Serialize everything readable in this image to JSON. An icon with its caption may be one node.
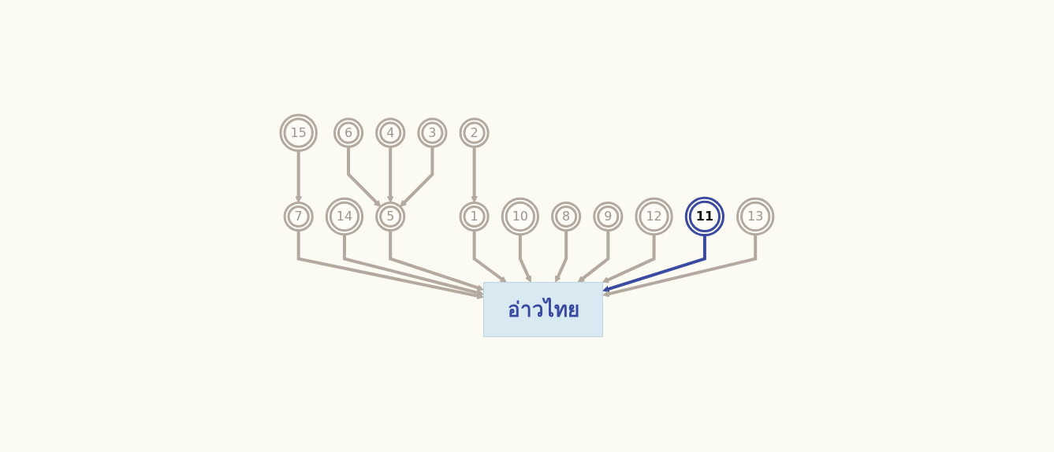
{
  "diagram": {
    "nodes": [
      {
        "text": [
          "15"
        ]
      },
      {
        "text": [
          "6"
        ]
      },
      {
        "text": [
          "4"
        ]
      },
      {
        "text": [
          "3"
        ]
      },
      {
        "text": [
          "2"
        ]
      },
      {
        "text": [
          "8"
        ]
      },
      {
        "text": [
          "9"
        ]
      },
      {
        "text": [
          "12"
        ]
      },
      {
        "text": [
          "11"
        ]
      },
      {
        "text": [
          "13"
        ]
      },
      {
        "text": [
          "7"
        ]
      },
      {
        "text": [
          "14"
        ]
      },
      {
        "text": [
          "5"
        ]
      },
      {
        "text": [
          "1"
        ]
      },
      {
        "text": [
          "10"
        ]
      },
      {
        "text": [
          "อ่าวไทย"
        ]
      }
    ],
    "edges": [
      {
        "from": 0,
        "to": 10,
        "arrow": "to"
      },
      {
        "from": 1,
        "to": 12,
        "arrow": "to"
      },
      {
        "from": 2,
        "to": 12,
        "arrow": "to"
      },
      {
        "from": 3,
        "to": 12,
        "arrow": "to"
      },
      {
        "from": 4,
        "to": 13,
        "arrow": "to"
      },
      {
        "from": 10,
        "to": 15,
        "arrow": "to"
      },
      {
        "from": 11,
        "to": 15,
        "arrow": "to"
      },
      {
        "from": 12,
        "to": 15,
        "arrow": "to"
      },
      {
        "from": 13,
        "to": 15,
        "arrow": "to"
      },
      {
        "from": 14,
        "to": 15,
        "arrow": "to"
      },
      {
        "from": 5,
        "to": 15,
        "arrow": "to"
      },
      {
        "from": 6,
        "to": 15,
        "arrow": "to"
      },
      {
        "from": 7,
        "to": 15,
        "arrow": "to"
      },
      {
        "from": 8,
        "to": 15,
        "arrow": "to",
        "color": "#3a4aa0"
      },
      {
        "from": 9,
        "to": 15,
        "arrow": "to"
      }
    ]
  }
}
